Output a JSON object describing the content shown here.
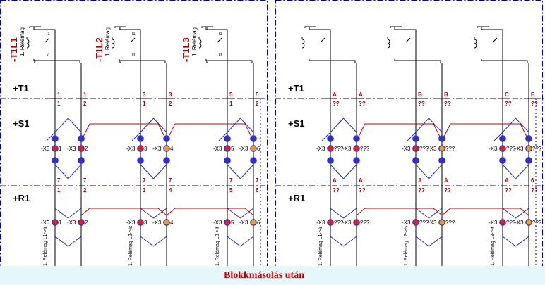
{
  "left_panel": {
    "relays": [
      {
        "name": "-T1L1",
        "sub": "1. Relémag"
      },
      {
        "name": "-T1L2",
        "sub": "1. Relémag"
      },
      {
        "name": "-T1L3",
        "sub": "1. Relémag"
      }
    ],
    "coil_pins": {
      "top": "1",
      "bottom": "k",
      "t1": "l1",
      "t2": "kl"
    },
    "sections": [
      "+T1",
      "+S1",
      "+R1"
    ],
    "t1_top_pins": [
      "1",
      "1",
      "3",
      "3",
      "5",
      "5"
    ],
    "t1_bottom_pins": [
      "1",
      "2",
      "1",
      "2",
      "1",
      "2"
    ],
    "s1_terminals": [
      "-X3",
      "1",
      "-X3",
      "2",
      "-X3",
      "3",
      "-X3",
      "4",
      "-X3",
      "5",
      "-X3",
      "6"
    ],
    "r1_top_pins": [
      "7",
      "7",
      "7",
      "7",
      "7",
      "7"
    ],
    "r1_bottom_pins": [
      "1",
      "2",
      "3",
      "4",
      "5",
      "6"
    ],
    "r1_terminals": [
      "-X3",
      "1",
      "-X3",
      "2",
      "-X3",
      "3",
      "-X3",
      "4",
      "-X3",
      "5",
      "-X3",
      "6"
    ],
    "vertical_labels": [
      "1. Relémag L1->Ir",
      "1. Relémag L2->Is",
      "1. Relémag L3->It"
    ]
  },
  "right_panel": {
    "sections": [
      "+T1",
      "+S1",
      "+R1"
    ],
    "t1_top_pins": [
      "A",
      "A",
      "B",
      "B",
      "C",
      "E"
    ],
    "t1_bottom_pins": [
      "??",
      "??",
      "??",
      "??",
      "??",
      "??"
    ],
    "s1_terminals": [
      "-X3",
      "???",
      "-X3",
      "???",
      "-X3",
      "???",
      "-X3",
      "???",
      "-X3",
      "???",
      "-X3",
      "???"
    ],
    "r1_top_pins": [
      "A",
      "A",
      "A",
      "A",
      "A",
      "6"
    ],
    "r1_bottom_pins": [
      "??",
      "??",
      "??",
      "??",
      "??",
      "??"
    ],
    "r1_terminals": [
      "-X3",
      "???",
      "-X3",
      "???",
      "-X3",
      "???",
      "-X3",
      "???",
      "-X3",
      "???",
      "-X3",
      "???"
    ],
    "vertical_labels": [
      "1. Relémag L1->Ir",
      "1. Relémag L2->Is",
      "1. Relémag L3->It"
    ]
  },
  "caption": "Blokkmásolás után",
  "colors": {
    "frame": "#0000a0",
    "wire_red": "#c00000",
    "wire_blue": "#2030c0",
    "terminal_red": "#e02020",
    "terminal_orange": "#f0a000",
    "terminal_blue": "#3030d0",
    "caption_bg": "#e6f7f9"
  }
}
